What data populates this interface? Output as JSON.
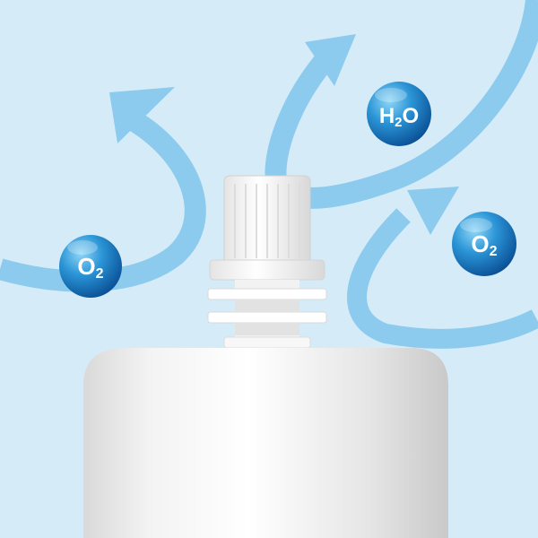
{
  "colors": {
    "background": "#d5ecf8",
    "flow_arrow": "#8ccbee",
    "molecule_light": "#6cc3f0",
    "molecule_dark": "#0b5fa8",
    "molecule_text": "#ffffff",
    "bottle_body": "#e6e6e6",
    "bottle_cap": "#ffffff"
  },
  "molecules": [
    {
      "base": "O",
      "sub": "2"
    },
    {
      "base": "H",
      "sub": "2",
      "tail": "O"
    },
    {
      "base": "O",
      "sub": "2"
    }
  ],
  "icons": {
    "bottle": "bottle-icon",
    "arrow": "curved-arrow-icon"
  }
}
